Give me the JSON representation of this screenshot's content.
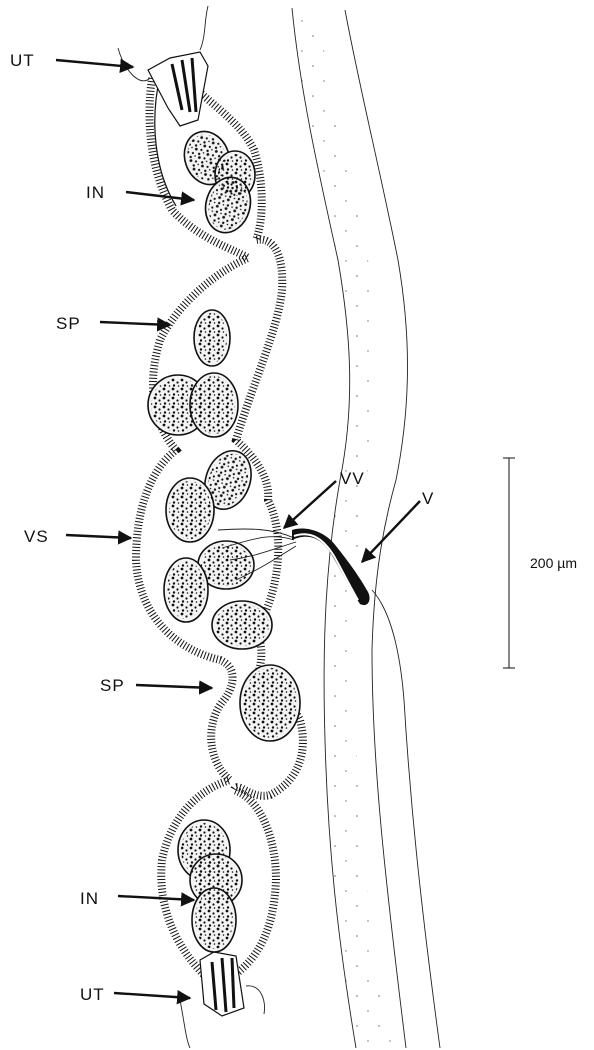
{
  "labels": {
    "ut_top": "UT",
    "in_top": "IN",
    "sp_top": "SP",
    "vs": "VS",
    "sp_bottom": "SP",
    "in_bottom": "IN",
    "ut_bottom": "UT",
    "vv": "VV",
    "v": "V"
  },
  "scale_bar": {
    "label": "200 µm",
    "length_um": 200
  },
  "colors": {
    "ink": "#111111",
    "paper": "#ffffff"
  }
}
